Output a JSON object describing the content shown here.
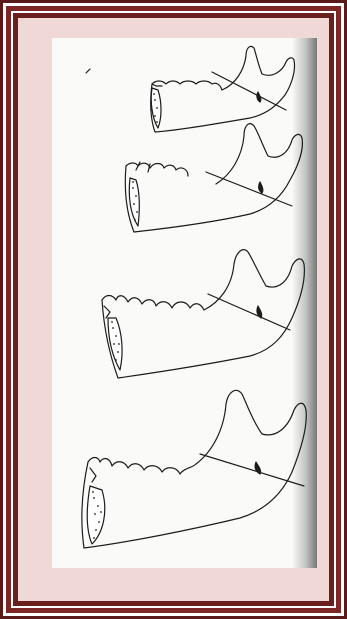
{
  "colors": {
    "frame_dark": "#5b1a1a",
    "frame_mid": "#7d2626",
    "mat": "#f0d8d6",
    "plate": "#fafaf8",
    "ink": "#1c1c1c"
  },
  "figure": {
    "panels": [
      {
        "name": "mandible-1"
      },
      {
        "name": "mandible-2"
      },
      {
        "name": "mandible-3"
      },
      {
        "name": "mandible-4"
      }
    ]
  }
}
